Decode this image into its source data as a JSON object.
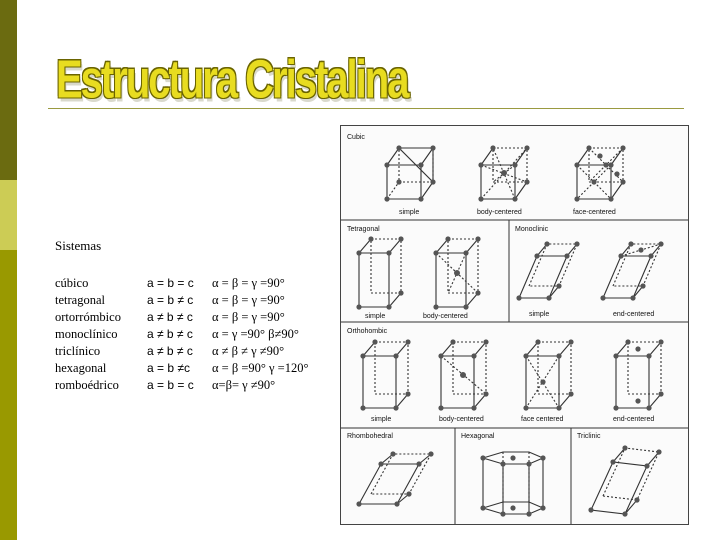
{
  "slide": {
    "title": "Estructura Cristalina",
    "heading": "Sistemas"
  },
  "systems": [
    {
      "name": "cúbico",
      "axes": "a = b = c",
      "angles": "α = β = γ =90°"
    },
    {
      "name": "tetragonal",
      "axes": "a = b ≠ c",
      "angles": "α = β = γ =90°"
    },
    {
      "name": "ortorrómbico",
      "axes": "a ≠ b ≠ c",
      "angles": "α = β = γ =90°"
    },
    {
      "name": "monoclínico",
      "axes": "a ≠ b ≠ c",
      "angles": "α = γ =90° β≠90°"
    },
    {
      "name": "triclínico",
      "axes": "a ≠ b ≠ c",
      "angles": "α ≠ β ≠ γ ≠90°"
    },
    {
      "name": "hexagonal",
      "axes": "a = b ≠c",
      "angles": "α = β =90° γ =120°"
    },
    {
      "name": "romboédrico",
      "axes": "a = b = c",
      "angles": "α=β= γ ≠90°"
    }
  ],
  "figure": {
    "sections": {
      "cubic": "Cubic",
      "tetragonal": "Tetragonal",
      "monoclinic": "Monoclinic",
      "orthorhombic": "Orthohombic",
      "rhombohedral": "Rhombohedral",
      "hexagonal": "Hexagonal",
      "triclinic": "Triclinic"
    },
    "labels": {
      "cubic_simple": "simple",
      "cubic_body": "body-centered",
      "cubic_face": "face-centered",
      "tet_simple": "simple",
      "tet_body": "body-centered",
      "mono_simple": "simple",
      "mono_end": "end-centered",
      "ortho_simple": "simple",
      "ortho_body": "body-centered",
      "ortho_face": "face centered",
      "ortho_end": "end-centered"
    }
  }
}
